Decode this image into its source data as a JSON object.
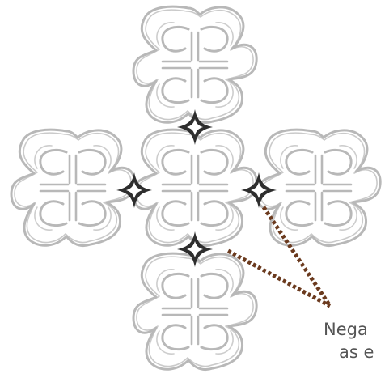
{
  "annotation": {
    "line1": "Nega",
    "line2": "as e"
  },
  "colors": {
    "motif_stroke": "#b8b8b8",
    "star_fill": "#2e2e2e",
    "leader_line": "#6b3a1e",
    "annotation_text": "#555555"
  },
  "motif": {
    "count": 5,
    "negative_space_stars": 4
  }
}
